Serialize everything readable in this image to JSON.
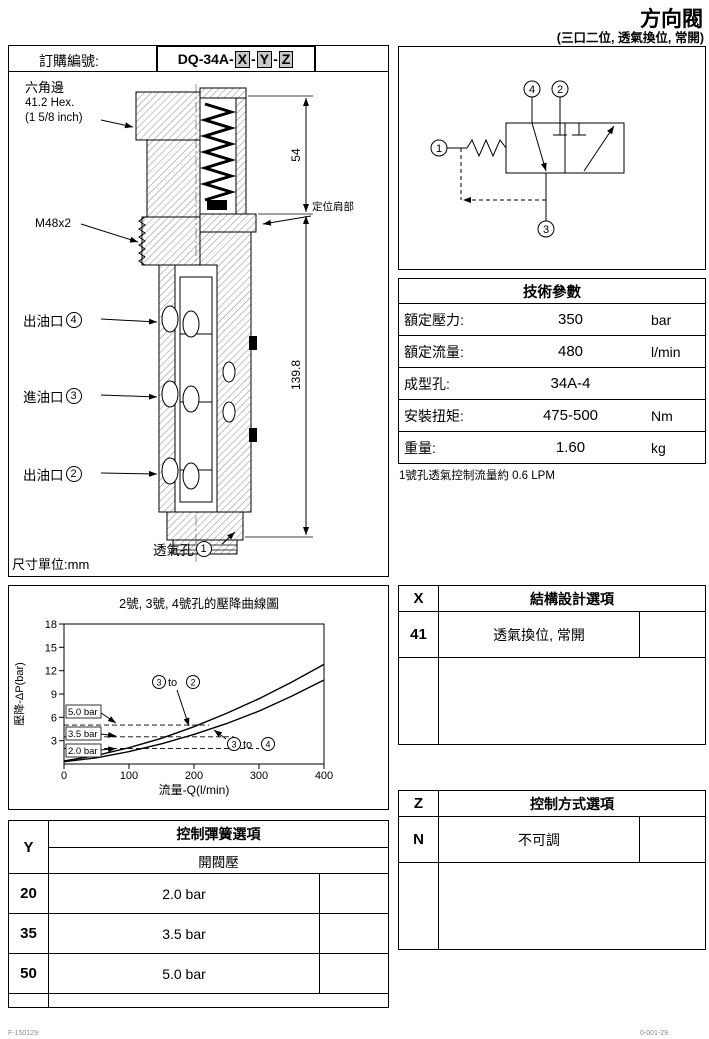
{
  "page": {
    "title": "方向閥",
    "subtitle": "(三口二位, 透氣換位, 常開)",
    "footer_left": "F-150129",
    "footer_right": "0-001-29"
  },
  "order": {
    "label": "訂購編號:",
    "prefix": "DQ-34A-",
    "x": "X",
    "y": "Y",
    "z": "Z"
  },
  "drawing": {
    "hex_line1": "六角邊",
    "hex_line2": "41.2 Hex.",
    "hex_line3": "(1 5/8 inch)",
    "thread": "M48x2",
    "port4_text": "出油口",
    "port4_num": "4",
    "port3_text": "進油口",
    "port3_num": "3",
    "port2_text": "出油口",
    "port2_num": "2",
    "vent_text": "透氣孔",
    "vent_num": "1",
    "shoulder": "定位肩部",
    "dim_top": "54",
    "dim_body": "139.8",
    "unit": "尺寸單位:mm"
  },
  "schematic": {
    "p1": "1",
    "p2": "2",
    "p3": "3",
    "p4": "4"
  },
  "tech": {
    "title": "技術參數",
    "rows": [
      {
        "label": "額定壓力:",
        "value": "350",
        "unit": "bar"
      },
      {
        "label": "額定流量:",
        "value": "480",
        "unit": "l/min"
      },
      {
        "label": "成型孔:",
        "value": "34A-4",
        "unit": ""
      },
      {
        "label": "安裝扭矩:",
        "value": "475-500",
        "unit": "Nm"
      },
      {
        "label": "重量:",
        "value": "1.60",
        "unit": "kg"
      }
    ],
    "note": "1號孔透氣控制流量約 0.6 LPM"
  },
  "chart": {
    "title": "2號, 3號, 4號孔的壓降曲線圖",
    "ylabel": "壓降-ΔP(bar)",
    "xlabel": "流量-Q(l/min)",
    "to_word": "to",
    "c1_from": "3",
    "c1_to": "2",
    "c2_from": "3",
    "c2_to": "4",
    "ref1": "5.0 bar",
    "ref2": "3.5 bar",
    "ref3": "2.0 bar"
  },
  "chart_data": {
    "type": "line",
    "title": "2號, 3號, 4號孔的壓降曲線圖",
    "xlabel": "流量-Q(l/min)",
    "ylabel": "壓降-ΔP(bar)",
    "xlim": [
      0,
      400
    ],
    "ylim": [
      0,
      18
    ],
    "xticks": [
      0,
      100,
      200,
      300,
      400
    ],
    "yticks": [
      3,
      6,
      9,
      12,
      15,
      18
    ],
    "grid": false,
    "legend_position": "inline",
    "series": [
      {
        "name": "③to②",
        "x": [
          0,
          50,
          100,
          150,
          200,
          250,
          300,
          350,
          400
        ],
        "y": [
          0.4,
          1.1,
          2.1,
          3.3,
          4.8,
          6.5,
          8.4,
          10.5,
          12.8
        ]
      },
      {
        "name": "③to④",
        "x": [
          0,
          50,
          100,
          150,
          200,
          250,
          300,
          350,
          400
        ],
        "y": [
          0.3,
          0.8,
          1.6,
          2.6,
          3.8,
          5.2,
          6.8,
          8.7,
          10.8
        ]
      }
    ],
    "reference_lines": [
      {
        "label": "5.0 bar",
        "y": 5.0
      },
      {
        "label": "3.5 bar",
        "y": 3.5
      },
      {
        "label": "2.0 bar",
        "y": 2.0
      }
    ]
  },
  "x_options": {
    "letter": "X",
    "title": "結構設計選項",
    "rows": [
      {
        "code": "41",
        "desc": "透氣換位, 常開"
      }
    ]
  },
  "z_options": {
    "letter": "Z",
    "title": "控制方式選項",
    "rows": [
      {
        "code": "N",
        "desc": "不可調"
      }
    ]
  },
  "y_options": {
    "letter": "Y",
    "title": "控制彈簧選項",
    "subtitle": "開閥壓",
    "rows": [
      {
        "code": "20",
        "desc": "2.0 bar"
      },
      {
        "code": "35",
        "desc": "3.5 bar"
      },
      {
        "code": "50",
        "desc": "5.0 bar"
      }
    ]
  }
}
